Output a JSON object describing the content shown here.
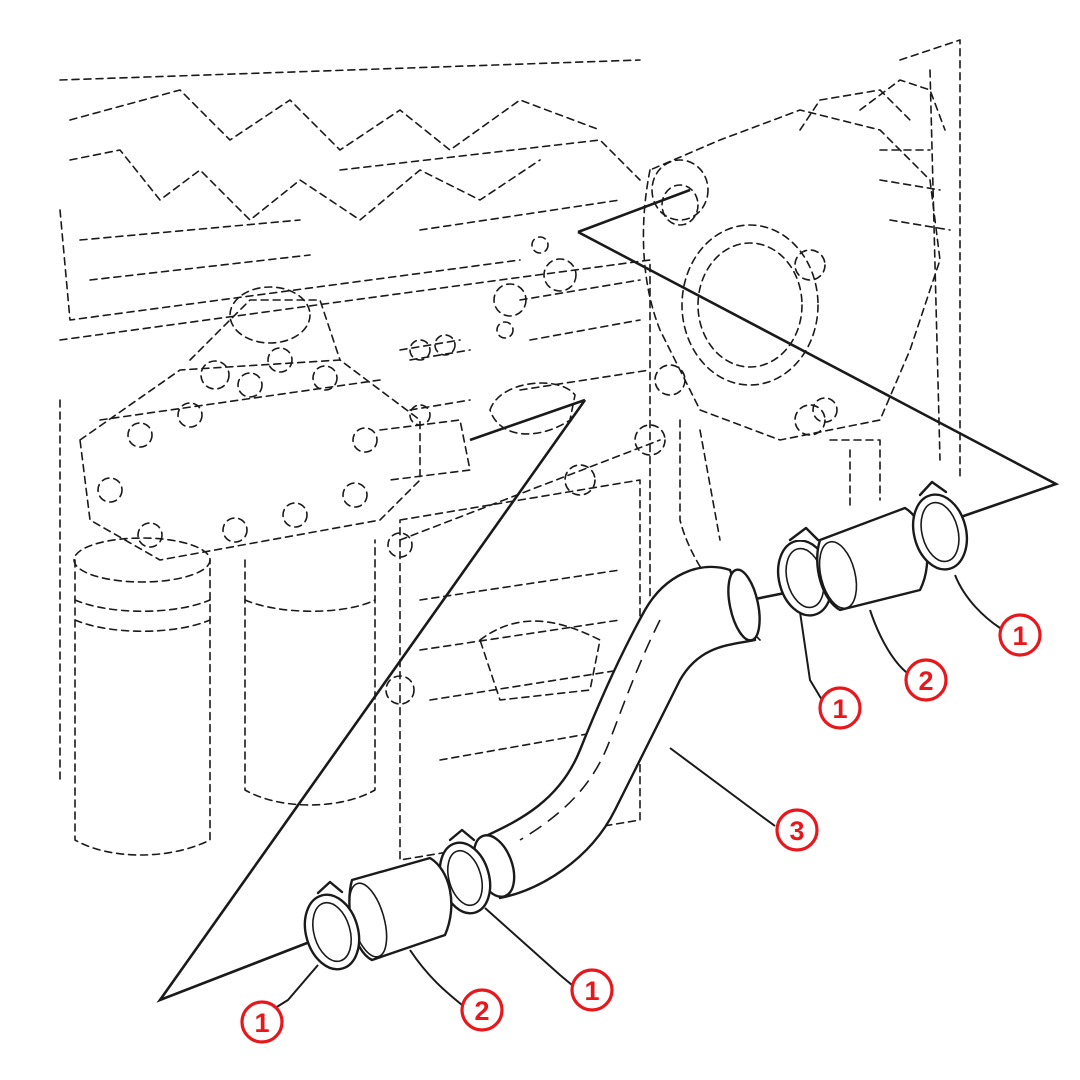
{
  "colors": {
    "callout": "#e8171b",
    "ink": "#1a1a1a",
    "background": "#ffffff"
  },
  "callouts": [
    {
      "id": "c1",
      "label": "1"
    },
    {
      "id": "c2",
      "label": "2"
    },
    {
      "id": "c3",
      "label": "1"
    },
    {
      "id": "c4",
      "label": "3"
    },
    {
      "id": "c5",
      "label": "1"
    },
    {
      "id": "c6",
      "label": "2"
    },
    {
      "id": "c7",
      "label": "1"
    }
  ]
}
